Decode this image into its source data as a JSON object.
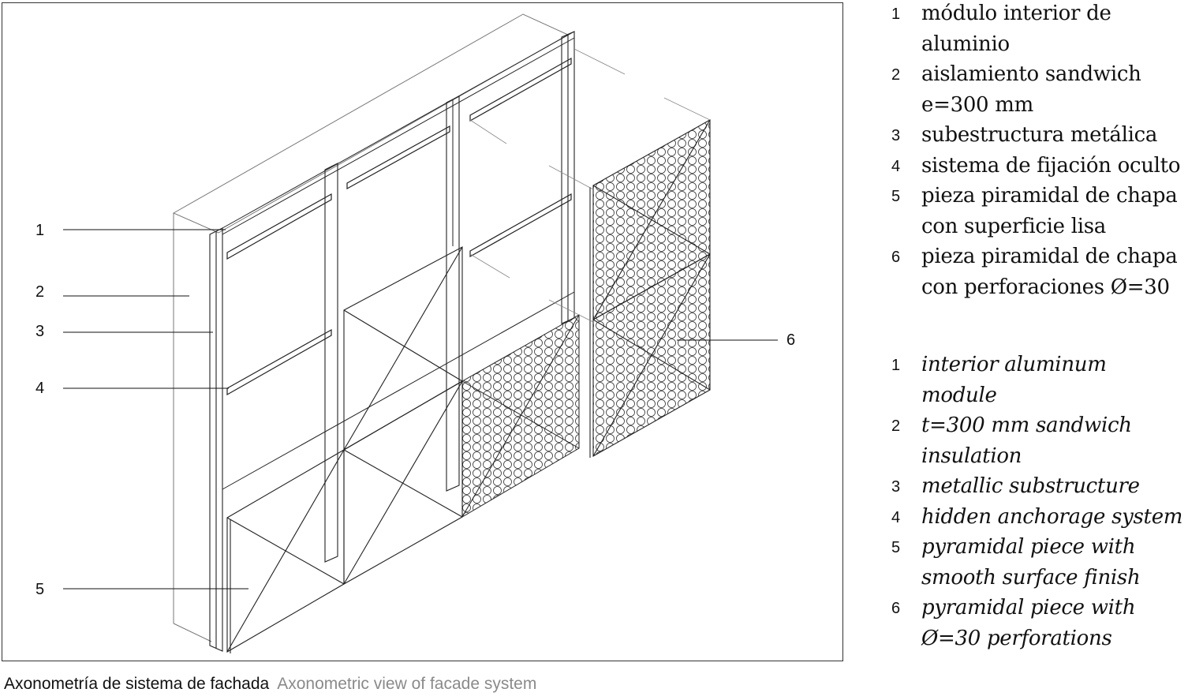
{
  "callouts": [
    "1",
    "2",
    "3",
    "4",
    "5",
    "6"
  ],
  "legend_es": [
    {
      "num": "1",
      "text": "módulo interior de aluminio"
    },
    {
      "num": "2",
      "text": "aislamiento sandwich e=300 mm"
    },
    {
      "num": "3",
      "text": "subestructura metálica"
    },
    {
      "num": "4",
      "text": "sistema de fijación oculto"
    },
    {
      "num": "5",
      "text": "pieza piramidal de chapa con superficie lisa"
    },
    {
      "num": "6",
      "text": "pieza piramidal de chapa con perforaciones Ø=30"
    }
  ],
  "legend_en": [
    {
      "num": "1",
      "text": "interior aluminum module"
    },
    {
      "num": "2",
      "text": "t=300 mm sandwich insulation"
    },
    {
      "num": "3",
      "text": "metallic substructure"
    },
    {
      "num": "4",
      "text": "hidden anchorage system"
    },
    {
      "num": "5",
      "text": "pyramidal piece with smooth surface finish"
    },
    {
      "num": "6",
      "text": "pyramidal piece with Ø=30 perforations"
    }
  ],
  "caption": {
    "spanish": "Axonometría de sistema de fachada",
    "english": "Axonometric view of facade system"
  },
  "colors": {
    "line": "#222222",
    "caption_secondary": "#8a8a8a"
  }
}
